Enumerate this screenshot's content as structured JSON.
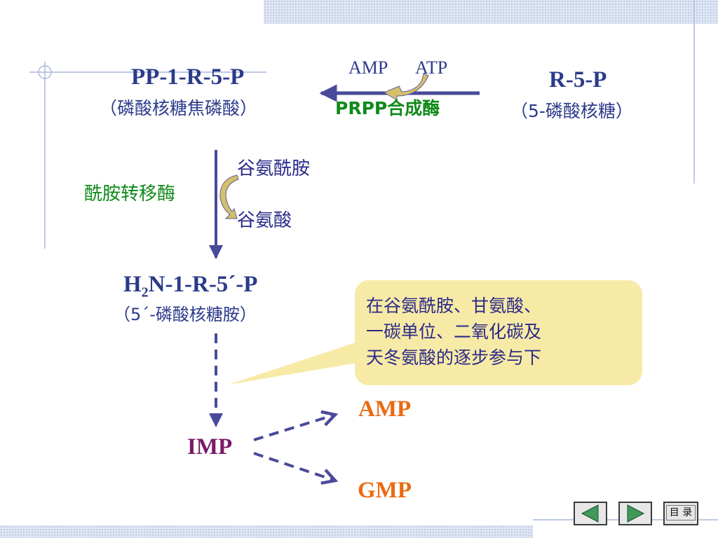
{
  "colors": {
    "node_text": "#2b3a8a",
    "enzyme_text": "#0f8a1a",
    "product_text": "#ea6a11",
    "imp_text": "#7a1a6a",
    "arrow": "#4a4a9a",
    "curved_arrow": "#d4c06a",
    "callout_fill": "#f7eaa6",
    "decor_line": "#a9b7dc"
  },
  "nodes": {
    "r5p_name": "R-5-P",
    "r5p_sub": "（5-磷酸核糖）",
    "prpp_name": "PP-1-R-5-P",
    "prpp_sub": "（磷酸核糖焦磷酸）",
    "h2n_prefix": "H",
    "h2n_sub_digit": "2",
    "h2n_suffix": "N-1-R-5´-P",
    "h2n_sub": "（5´-磷酸核糖胺）",
    "imp": "IMP",
    "amp": "AMP",
    "gmp": "GMP"
  },
  "step1": {
    "cofactor_in": "AMP",
    "cofactor_out": "ATP",
    "enzyme": "PRPP合成酶"
  },
  "step2": {
    "enzyme": "酰胺转移酶",
    "substrate": "谷氨酰胺",
    "product": "谷氨酸"
  },
  "callout": {
    "lines": [
      "在谷氨酰胺、甘氨酸、",
      "一碳单位、二氧化碳及",
      "天冬氨酸的逐步参与下"
    ]
  },
  "nav": {
    "prev_icon": "triangle-left-icon",
    "next_icon": "triangle-right-icon",
    "toc_label": "目 录"
  }
}
